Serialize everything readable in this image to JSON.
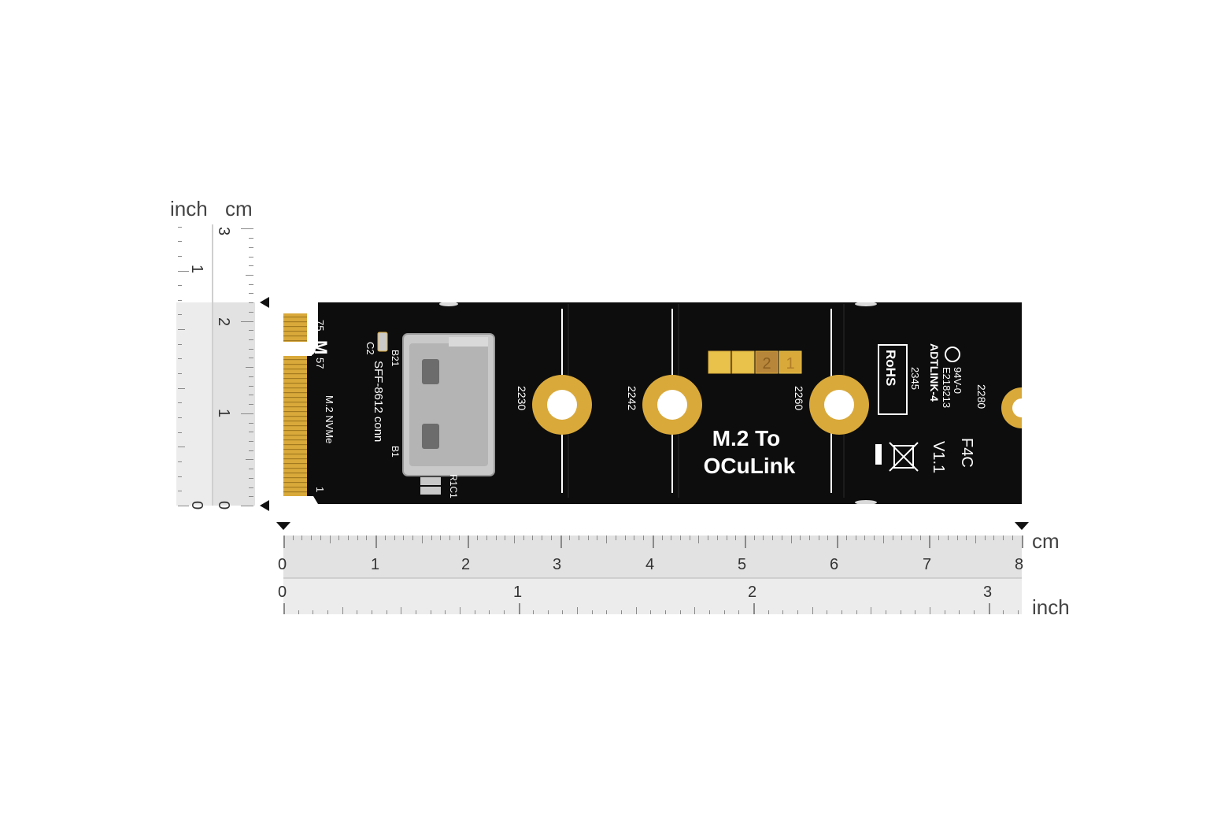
{
  "rulers": {
    "vertical": {
      "unit_inch": "inch",
      "unit_cm": "cm",
      "cm_labels": [
        "0",
        "1",
        "2",
        "3"
      ],
      "inch_labels": [
        "0",
        "1"
      ]
    },
    "horizontal": {
      "unit_cm": "cm",
      "unit_inch": "inch",
      "cm_labels": [
        "0",
        "1",
        "2",
        "3",
        "4",
        "5",
        "6",
        "7",
        "8"
      ],
      "inch_labels": [
        "0",
        "1",
        "2",
        "3"
      ]
    }
  },
  "board": {
    "title_line1": "M.2 To",
    "title_line2": "OCuLink",
    "edge_pin_top": "75",
    "edge_key": "M",
    "edge_pin_mid": "57",
    "edge_pin_bottom": "1",
    "interface_label": "M.2 NVMe",
    "connector_label": "SFF-8612 conn",
    "cap_label": "C2",
    "pin_b21": "B21",
    "pin_b1": "B1",
    "resistor_label": "R1C1",
    "mount_2230": "2230",
    "mount_2242": "2242",
    "mount_2260": "2260",
    "mount_2280": "2280",
    "pad_2": "2",
    "pad_1": "1",
    "rohs": "RoHS",
    "ul_rating": "94V-0",
    "ul_file": "E218213",
    "brand": "ADTLINK-4",
    "date_code": "2345",
    "revision_code": "F4C",
    "version": "V1.1"
  },
  "colors": {
    "pcb": "#0d0d0d",
    "gold": "#d9a93a",
    "silkscreen": "#ffffff",
    "ruler_bg": "#e2e2e2"
  }
}
